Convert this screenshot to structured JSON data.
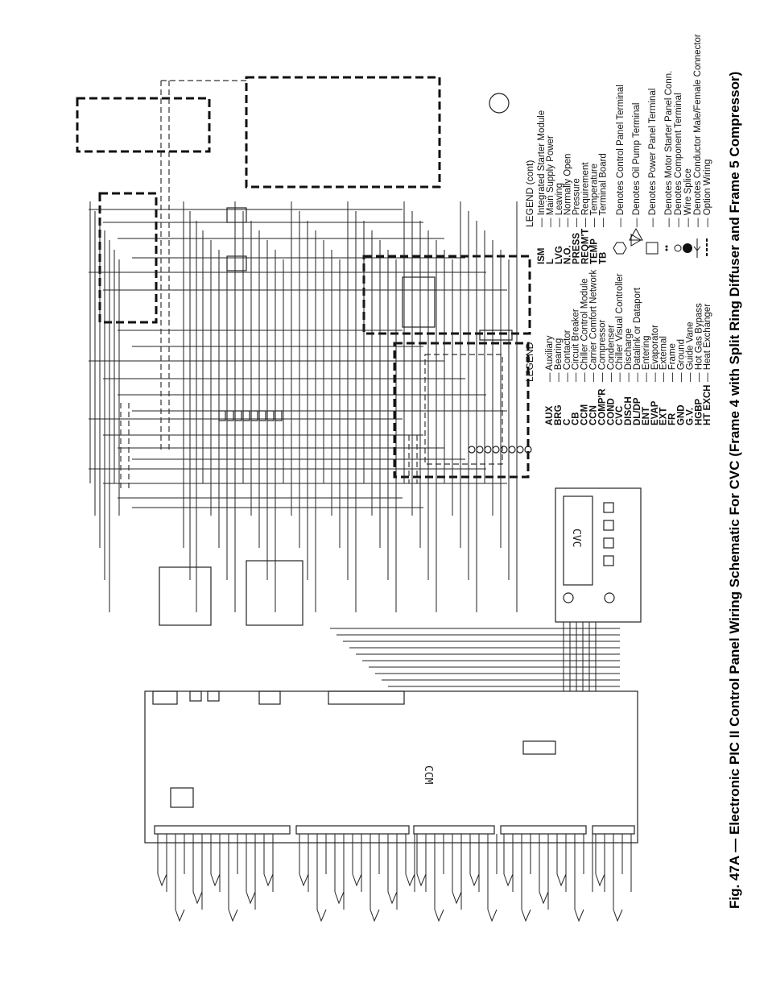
{
  "figure": {
    "title": "Fig. 47A — Electronic PIC II Control Panel Wiring Schematic For CVC (Frame 4 with Split Ring Diffuser and Frame 5 Compressor)"
  },
  "boxes": {
    "ccm_label": "CCM",
    "cvc_label": "CVC"
  },
  "legend": {
    "heading": "LEGEND",
    "items": [
      {
        "abbr": "AUX",
        "desc": "Auxiliary"
      },
      {
        "abbr": "BRG",
        "desc": "Bearing"
      },
      {
        "abbr": "C",
        "desc": "Contactor"
      },
      {
        "abbr": "CB",
        "desc": "Circuit Breaker"
      },
      {
        "abbr": "CCM",
        "desc": "Chiller Control Module"
      },
      {
        "abbr": "CCN",
        "desc": "Carrier Comfort Network"
      },
      {
        "abbr": "COMP'R",
        "desc": "Compressor"
      },
      {
        "abbr": "COND",
        "desc": "Condenser"
      },
      {
        "abbr": "CVC",
        "desc": "Chiller Visual Controller"
      },
      {
        "abbr": "DISCH",
        "desc": "Discharge"
      },
      {
        "abbr": "DL/DP",
        "desc": "Datalink or Dataport"
      },
      {
        "abbr": "ENT",
        "desc": "Entering"
      },
      {
        "abbr": "EVAP",
        "desc": "Evaporator"
      },
      {
        "abbr": "EXT",
        "desc": "External"
      },
      {
        "abbr": "FR",
        "desc": "Frame"
      },
      {
        "abbr": "GND",
        "desc": "Ground"
      },
      {
        "abbr": "G.V.",
        "desc": "Guide Vane"
      },
      {
        "abbr": "HGBP",
        "desc": "Hot Gas Bypass"
      },
      {
        "abbr": "HT EXCH",
        "desc": "Heat Exchanger"
      }
    ]
  },
  "legend_cont": {
    "heading": "LEGEND (cont)",
    "items": [
      {
        "abbr": "ISM",
        "desc": "Integrated Starter Module"
      },
      {
        "abbr": "L",
        "desc": "Main Supply Power"
      },
      {
        "abbr": "LVG",
        "desc": "Leaving"
      },
      {
        "abbr": "N.O.",
        "desc": "Normally Open"
      },
      {
        "abbr": "PRESS",
        "desc": "Pressure"
      },
      {
        "abbr": "REQM'T",
        "desc": "Requirement"
      },
      {
        "abbr": "TEMP",
        "desc": "Temperature"
      },
      {
        "abbr": "TB",
        "desc": "Terminal Board"
      }
    ],
    "symbols": [
      {
        "icon": "hexagon-icon",
        "desc": "Denotes Control Panel Terminal"
      },
      {
        "icon": "triangle-icon",
        "desc": "Denotes Oil Pump Terminal"
      },
      {
        "icon": "square-icon",
        "desc": "Denotes Power Panel Terminal"
      },
      {
        "icon": "double-dot-icon",
        "desc": "Denotes Motor Starter Panel Conn."
      },
      {
        "icon": "open-circle-icon",
        "desc": "Denotes Component Terminal"
      },
      {
        "icon": "filled-circle-icon",
        "desc": "Wire Splice"
      },
      {
        "icon": "connector-icon",
        "desc": "Denotes Conductor Male/Female Connector"
      },
      {
        "icon": "option-wiring-icon",
        "desc": "Option Wiring"
      }
    ]
  }
}
